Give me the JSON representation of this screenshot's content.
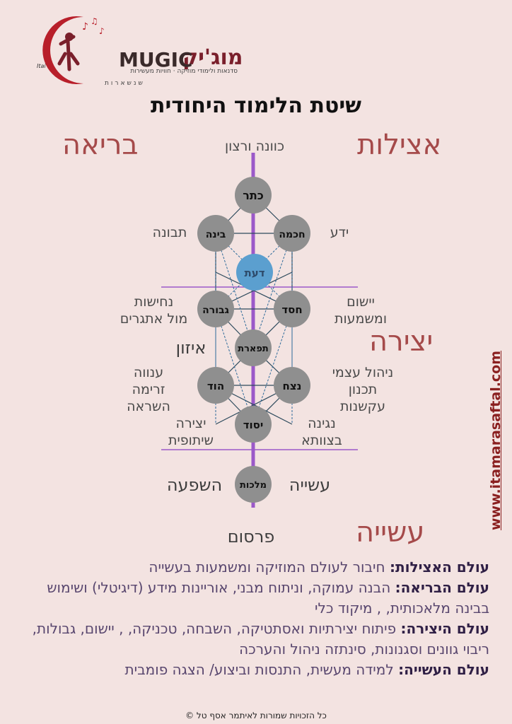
{
  "logo": {
    "name_he": "מוג'יק",
    "name_en": "MUGIC",
    "tagline": "סדנאות ולימודי מוזיקה · חוויות מעשירות",
    "sub": "שנשארות",
    "signature": "Itai"
  },
  "title": "שיטת הלימוד היחודית",
  "worlds": {
    "atzilut": "אצילות",
    "beria": "בריאה",
    "yetzira": "יצירה",
    "asiya": "עשייה"
  },
  "labels": {
    "top": "כוונה ורצון",
    "knowledge": "ידע",
    "understanding": "תבונה",
    "chesed_l1": "יישום",
    "chesed_l2": "ומשמעות",
    "gevura_l1": "נחישות",
    "gevura_l2": "מול אתגרים",
    "balance": "איזון",
    "netzach_l1": "ניהול עצמי",
    "netzach_l2": "תכנון",
    "netzach_l3": "עקשנות",
    "hod_l1": "ענווה",
    "hod_l2": "זרימה",
    "hod_l3": "השראה",
    "yesod_r1": "יצירה",
    "yesod_r2": "שיתופית",
    "yesod_l1": "נגינה",
    "yesod_l2": "בצוותא",
    "malchut_left": "עשייה",
    "malchut_right": "השפעה",
    "bottom": "פרסום"
  },
  "sefirot": {
    "keter": "כתר",
    "chochma": "חכמה",
    "bina": "בינה",
    "daat": "דעת",
    "chesed": "חסד",
    "gevura": "גבורה",
    "tiferet": "תפארת",
    "netzach": "נצח",
    "hod": "הוד",
    "yesod": "יסוד",
    "malchut": "מלכות"
  },
  "colors": {
    "accent_purple": "#9b59c9",
    "world_red": "#a54a4a",
    "node_gray": "#8f8f8f",
    "node_blue": "#5b9fcf"
  },
  "url": "www.itamarasaftal.com",
  "descriptions": [
    {
      "bold": "עולם האצילות:",
      "text": " חיבור לעולם המוזיקה ומשמעות בעשייה"
    },
    {
      "bold": "עולם הבריאה:",
      "text": " הבנה עמוקה, וניתוח מבני, אוריינות מידע (דיגיטלי) ושימוש בבינה מלאכותית, , מיקוד כלי"
    },
    {
      "bold": "עולם היצירה:",
      "text": " פיתוח יצירתיות ואסתטיקה, השבחה, טכניקה, , יישום, גבולות, ריבוי גוונים וסגנונות, סינתזה ניהול והערכה"
    },
    {
      "bold": "עולם העשייה:",
      "text": " למידה מעשית, התנסות וביצוע/ הצגה פומבית"
    }
  ],
  "footer": "כל הזכויות שמורות לאיתמר אסף טל ©"
}
